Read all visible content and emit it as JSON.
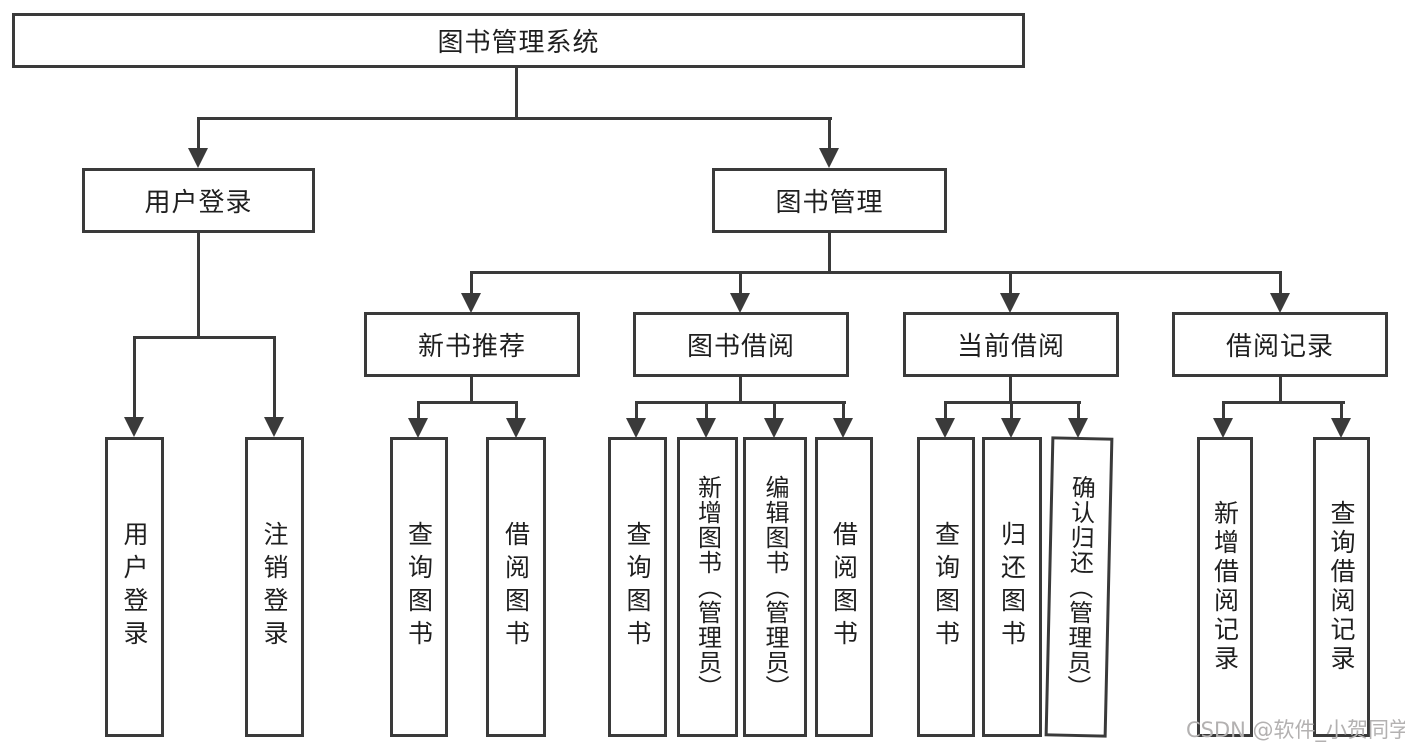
{
  "colors": {
    "background": "#ffffff",
    "line": "#3a3a3a",
    "text": "#1f1f1f",
    "watermark": "#b3b1b1"
  },
  "nodes": {
    "root": "图书管理系统",
    "level2": [
      "用户登录",
      "图书管理"
    ],
    "level3": [
      "新书推荐",
      "图书借阅",
      "当前借阅",
      "借阅记录"
    ]
  },
  "leaves": {
    "login": [
      "用户登录",
      "注销登录"
    ],
    "recommend": [
      "查询图书",
      "借阅图书"
    ],
    "borrow": [
      "查询图书",
      "新增图书（管理员）",
      "编辑图书（管理员）",
      "借阅图书"
    ],
    "current": [
      "查询图书",
      "归还图书",
      "确认归还（管理员）"
    ],
    "records": [
      "新增借阅记录",
      "查询借阅记录"
    ]
  },
  "watermark": "CSDN @软件_小贺同学"
}
